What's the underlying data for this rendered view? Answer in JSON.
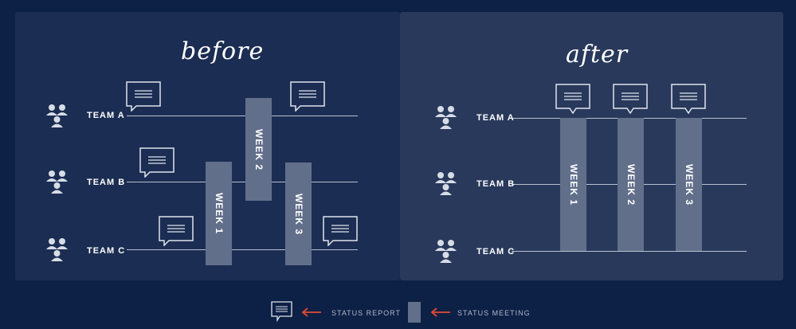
{
  "before": {
    "title": "before",
    "teams": [
      "TEAM A",
      "TEAM B",
      "TEAM C"
    ],
    "weeks": [
      "WEEK 1",
      "WEEK 2",
      "WEEK 3"
    ]
  },
  "after": {
    "title": "after",
    "teams": [
      "TEAM A",
      "TEAM B",
      "TEAM C"
    ],
    "weeks": [
      "WEEK 1",
      "WEEK 2",
      "WEEK 3"
    ]
  },
  "legend": {
    "report_label": "STATUS REPORT",
    "meeting_label": "STATUS MEETING"
  },
  "colors": {
    "background": "#0d2045",
    "panel_before": "#1b2d52",
    "panel_after": "#29395b",
    "bar": "#626f8b",
    "arrow": "#e04a33"
  }
}
